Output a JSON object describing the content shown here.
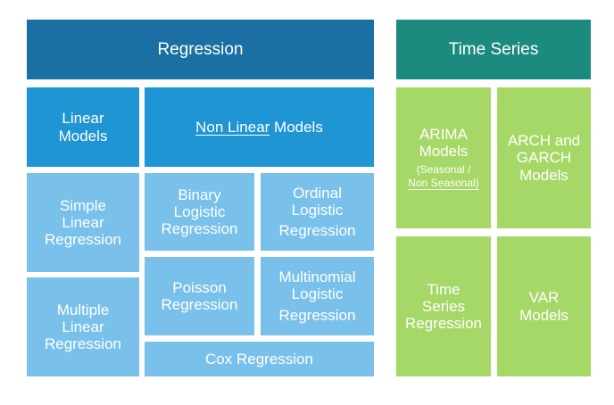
{
  "regression": {
    "header": "Regression",
    "linear_models": [
      "Linear",
      "Models"
    ],
    "non_linear_models": {
      "underlined": "Non Linear",
      "rest": " Models"
    },
    "simple_linear": [
      "Simple",
      "Linear",
      "Regression"
    ],
    "multiple_linear": [
      "Multiple",
      "Linear",
      "Regression"
    ],
    "binary_logistic": [
      "Binary",
      "Logistic",
      "Regression"
    ],
    "ordinal_logistic": [
      "Ordinal",
      "Logistic",
      "Regression"
    ],
    "poisson": [
      "Poisson",
      "Regression"
    ],
    "multinomial_logistic": [
      "Multinomial",
      "Logistic",
      "Regression"
    ],
    "cox": "Cox Regression"
  },
  "time_series": {
    "header": "Time Series",
    "arima": {
      "lines": [
        "ARIMA",
        "Models"
      ],
      "note_1": "(Seasonal /",
      "note_2": "Non Seasonal)"
    },
    "arch_garch": [
      "ARCH and",
      "GARCH",
      "Models"
    ],
    "ts_regression": [
      "Time",
      "Series",
      "Regression"
    ],
    "var": [
      "VAR",
      "Models"
    ]
  },
  "colors": {
    "regression_header": "#1a6fa3",
    "model_category": "#1f95d4",
    "regression_model": "#79c1ea",
    "time_series_header": "#1c8a7e",
    "time_series_model": "#a6d867"
  }
}
